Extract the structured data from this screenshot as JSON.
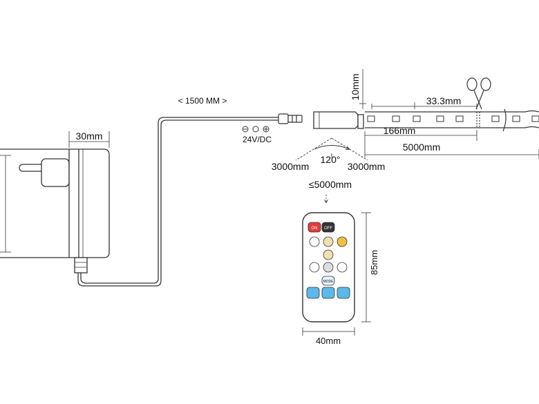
{
  "cable": {
    "length_label": "< 1500 MM >"
  },
  "adapter": {
    "width_label": "30mm",
    "output_label": "24V/DC"
  },
  "sensor": {
    "angle_label": "120°",
    "left_distance_label": "3000mm",
    "right_distance_label": "3000mm",
    "range_label": "≤5000mm"
  },
  "strip": {
    "height_label": "10mm",
    "segment_label": "33.3mm",
    "cut_length_label": "166mm",
    "total_length_label": "5000mm"
  },
  "remote": {
    "height_label": "85mm",
    "width_label": "40mm",
    "on_label": "ON",
    "off_label": "OFF",
    "mode_label": "MODE"
  },
  "colors": {
    "line": "#333333",
    "on_button": "#e23b3b",
    "off_button": "#333333",
    "warm_button": "#f0c040",
    "cool_button": "#5bb8e8"
  }
}
